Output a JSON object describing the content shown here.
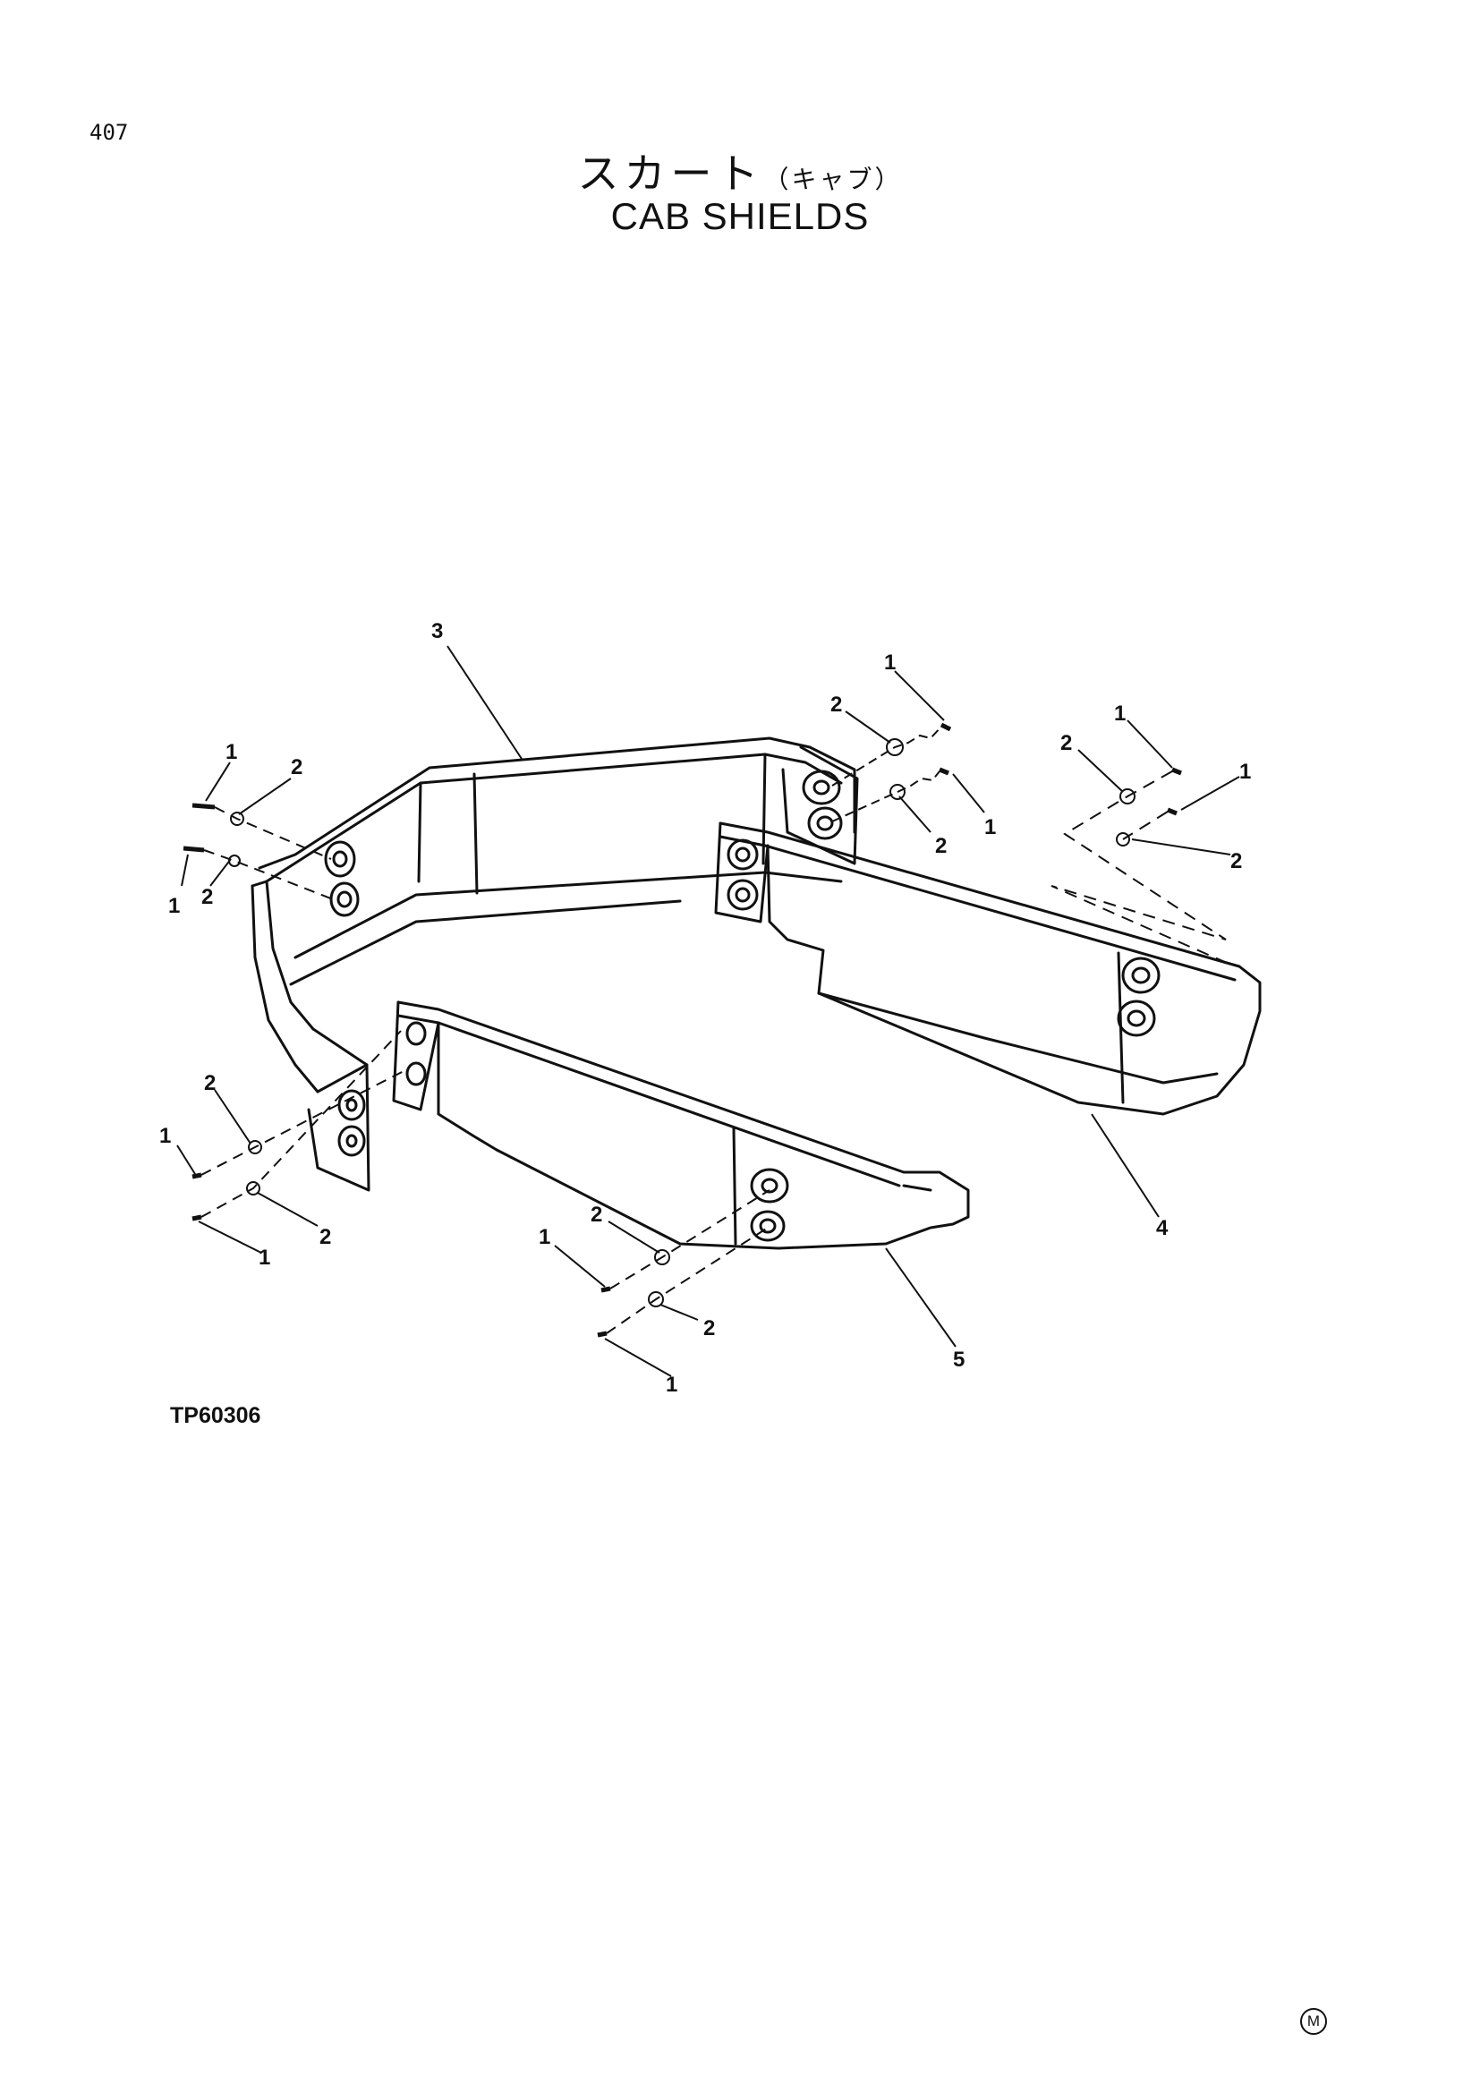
{
  "page": {
    "number": "407",
    "title_ja": "スカート",
    "title_ja_sub": "（キャブ）",
    "title_en": "CAB SHIELDS",
    "figure_code": "TP60306",
    "corner_mark": "M"
  },
  "diagram": {
    "callouts": [
      {
        "id": "c3",
        "text": "3"
      },
      {
        "id": "c1-fl-a",
        "text": "1"
      },
      {
        "id": "c2-fl-a",
        "text": "2"
      },
      {
        "id": "c1-fl-b",
        "text": "1"
      },
      {
        "id": "c2-fl-b",
        "text": "2"
      },
      {
        "id": "c2-rt-a",
        "text": "2"
      },
      {
        "id": "c1-rt-a",
        "text": "1"
      },
      {
        "id": "c2-rt-b",
        "text": "2"
      },
      {
        "id": "c1-rt-b",
        "text": "1"
      },
      {
        "id": "c1-far-a",
        "text": "1"
      },
      {
        "id": "c2-far-a",
        "text": "2"
      },
      {
        "id": "c1-far-b",
        "text": "1"
      },
      {
        "id": "c2-far-b",
        "text": "2"
      },
      {
        "id": "c2-lo-a",
        "text": "2"
      },
      {
        "id": "c1-lo-a",
        "text": "1"
      },
      {
        "id": "c2-lo-b",
        "text": "2"
      },
      {
        "id": "c1-lo-b",
        "text": "1"
      },
      {
        "id": "c4",
        "text": "4"
      },
      {
        "id": "c2-bm-a",
        "text": "2"
      },
      {
        "id": "c1-bm-a",
        "text": "1"
      },
      {
        "id": "c2-bm-b",
        "text": "2"
      },
      {
        "id": "c1-bm-b",
        "text": "1"
      },
      {
        "id": "c5",
        "text": "5"
      }
    ]
  }
}
